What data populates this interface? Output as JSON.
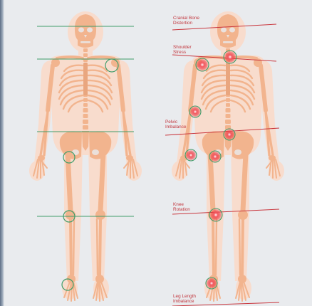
{
  "labels": {
    "cranial": "Cranial Bone\nDistortion",
    "shoulder": "Shoulder\nStress",
    "pelvic": "Pelvic\nImbalance",
    "knee": "Knee\nRotation",
    "leg": "Leg Length\nImbalance"
  },
  "colors": {
    "background": "#e9ebee",
    "body_glow": "#f8d9c9",
    "bone": "#f2b48e",
    "bone_dark": "#e09a74",
    "aligned_line": "#3f9d6a",
    "misaligned_line": "#c9363d",
    "pain_point": "#e8343c"
  }
}
